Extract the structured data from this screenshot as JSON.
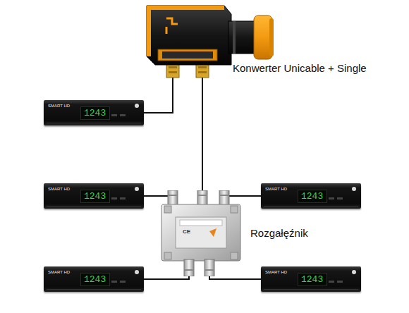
{
  "diagram": {
    "nodes": [
      {
        "text": [
          "Konwerter Unicable + Single"
        ]
      },
      {
        "text": [
          "SMART HD",
          "1243"
        ]
      },
      {
        "text": [
          "SMART HD",
          "1243"
        ]
      },
      {
        "text": [
          "Rozgałęźnik"
        ]
      },
      {
        "text": [
          "SMART HD",
          "1243"
        ]
      },
      {
        "text": [
          "SMART HD",
          "1243"
        ]
      },
      {
        "text": [
          "SMART HD",
          "1243"
        ]
      }
    ],
    "edges": [
      {
        "from": 0,
        "to": 1,
        "arrow": "none"
      },
      {
        "from": 0,
        "to": 3,
        "arrow": "none"
      },
      {
        "from": 3,
        "to": 2,
        "arrow": "none"
      },
      {
        "from": 3,
        "to": 4,
        "arrow": "none"
      },
      {
        "from": 3,
        "to": 5,
        "arrow": "none"
      },
      {
        "from": 3,
        "to": 6,
        "arrow": "none"
      }
    ],
    "labels": [
      "CE"
    ]
  }
}
